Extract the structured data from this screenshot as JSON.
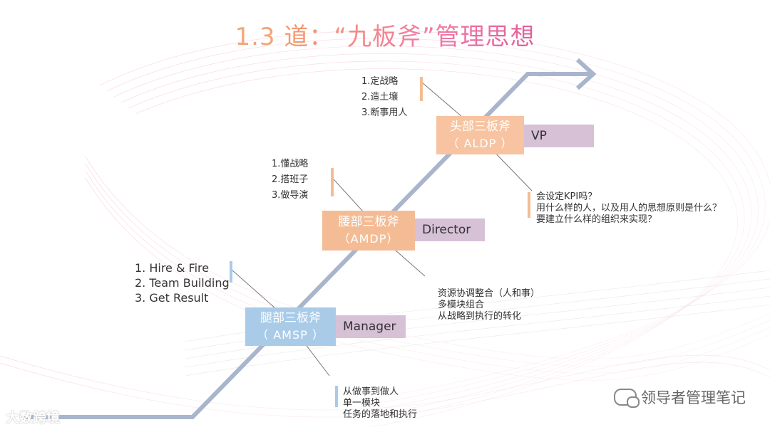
{
  "title": {
    "number": "1.3",
    "text": "道：“九板斧”管理思想"
  },
  "levels": [
    {
      "box": "头部三板斧",
      "abbr": "（ ALDP ）",
      "role": "VP"
    },
    {
      "box": "腰部三板斧",
      "abbr": "（AMDP）",
      "role": "Director"
    },
    {
      "box": "腿部三板斧",
      "abbr": "（ AMSP ）",
      "role": "Manager"
    }
  ],
  "tasks": {
    "top": [
      "1.定战略",
      "2.造土壤",
      "3.断事用人"
    ],
    "middle": [
      "1.懂战略",
      "2.搭班子",
      "3.做导演"
    ],
    "bottom": [
      "1. Hire & Fire",
      "2. Team Building",
      "3. Get Result"
    ]
  },
  "notes": {
    "top": [
      "会设定KPI吗？",
      "用什么样的人，以及用人的思想原则是什么？",
      "要建立什么样的组织来实现？"
    ],
    "middle": [
      "资源协调整合（人和事）",
      "多模块组合",
      "从战略到执行的转化"
    ],
    "bottom": [
      "从做事到做人",
      "单一模块",
      "任务的落地和执行"
    ]
  },
  "watermark": "领导者管理笔记",
  "logo": "大数跨境",
  "colors": {
    "peach": "#f7c3a0",
    "blue": "#a9cbe8",
    "lavender": "#d7c1d7",
    "arrow": "#a9b5cc"
  }
}
